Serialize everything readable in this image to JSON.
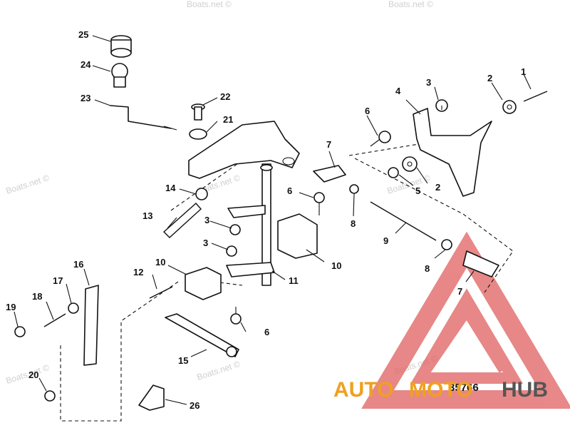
{
  "diagram_number": "35766",
  "watermarks": [
    "Boats.net ©",
    "Boats.net ©",
    "Boats.net ©",
    "Boats.net ©",
    "Boats.net ©",
    "Boats.net ©",
    "Boats.net ©",
    "Boats.net ©"
  ],
  "brand": {
    "part1": "AUTO",
    "part2": "MOTO",
    "part3": "HUB",
    "color_primary": "#f0a020",
    "color_logo": "#e06060",
    "color_dark": "#555555"
  },
  "callouts": [
    "1",
    "2",
    "2",
    "3",
    "3",
    "3",
    "4",
    "5",
    "6",
    "6",
    "6",
    "7",
    "7",
    "8",
    "8",
    "9",
    "10",
    "10",
    "11",
    "12",
    "13",
    "14",
    "15",
    "16",
    "17",
    "18",
    "19",
    "20",
    "21",
    "22",
    "23",
    "24",
    "25",
    "26"
  ]
}
